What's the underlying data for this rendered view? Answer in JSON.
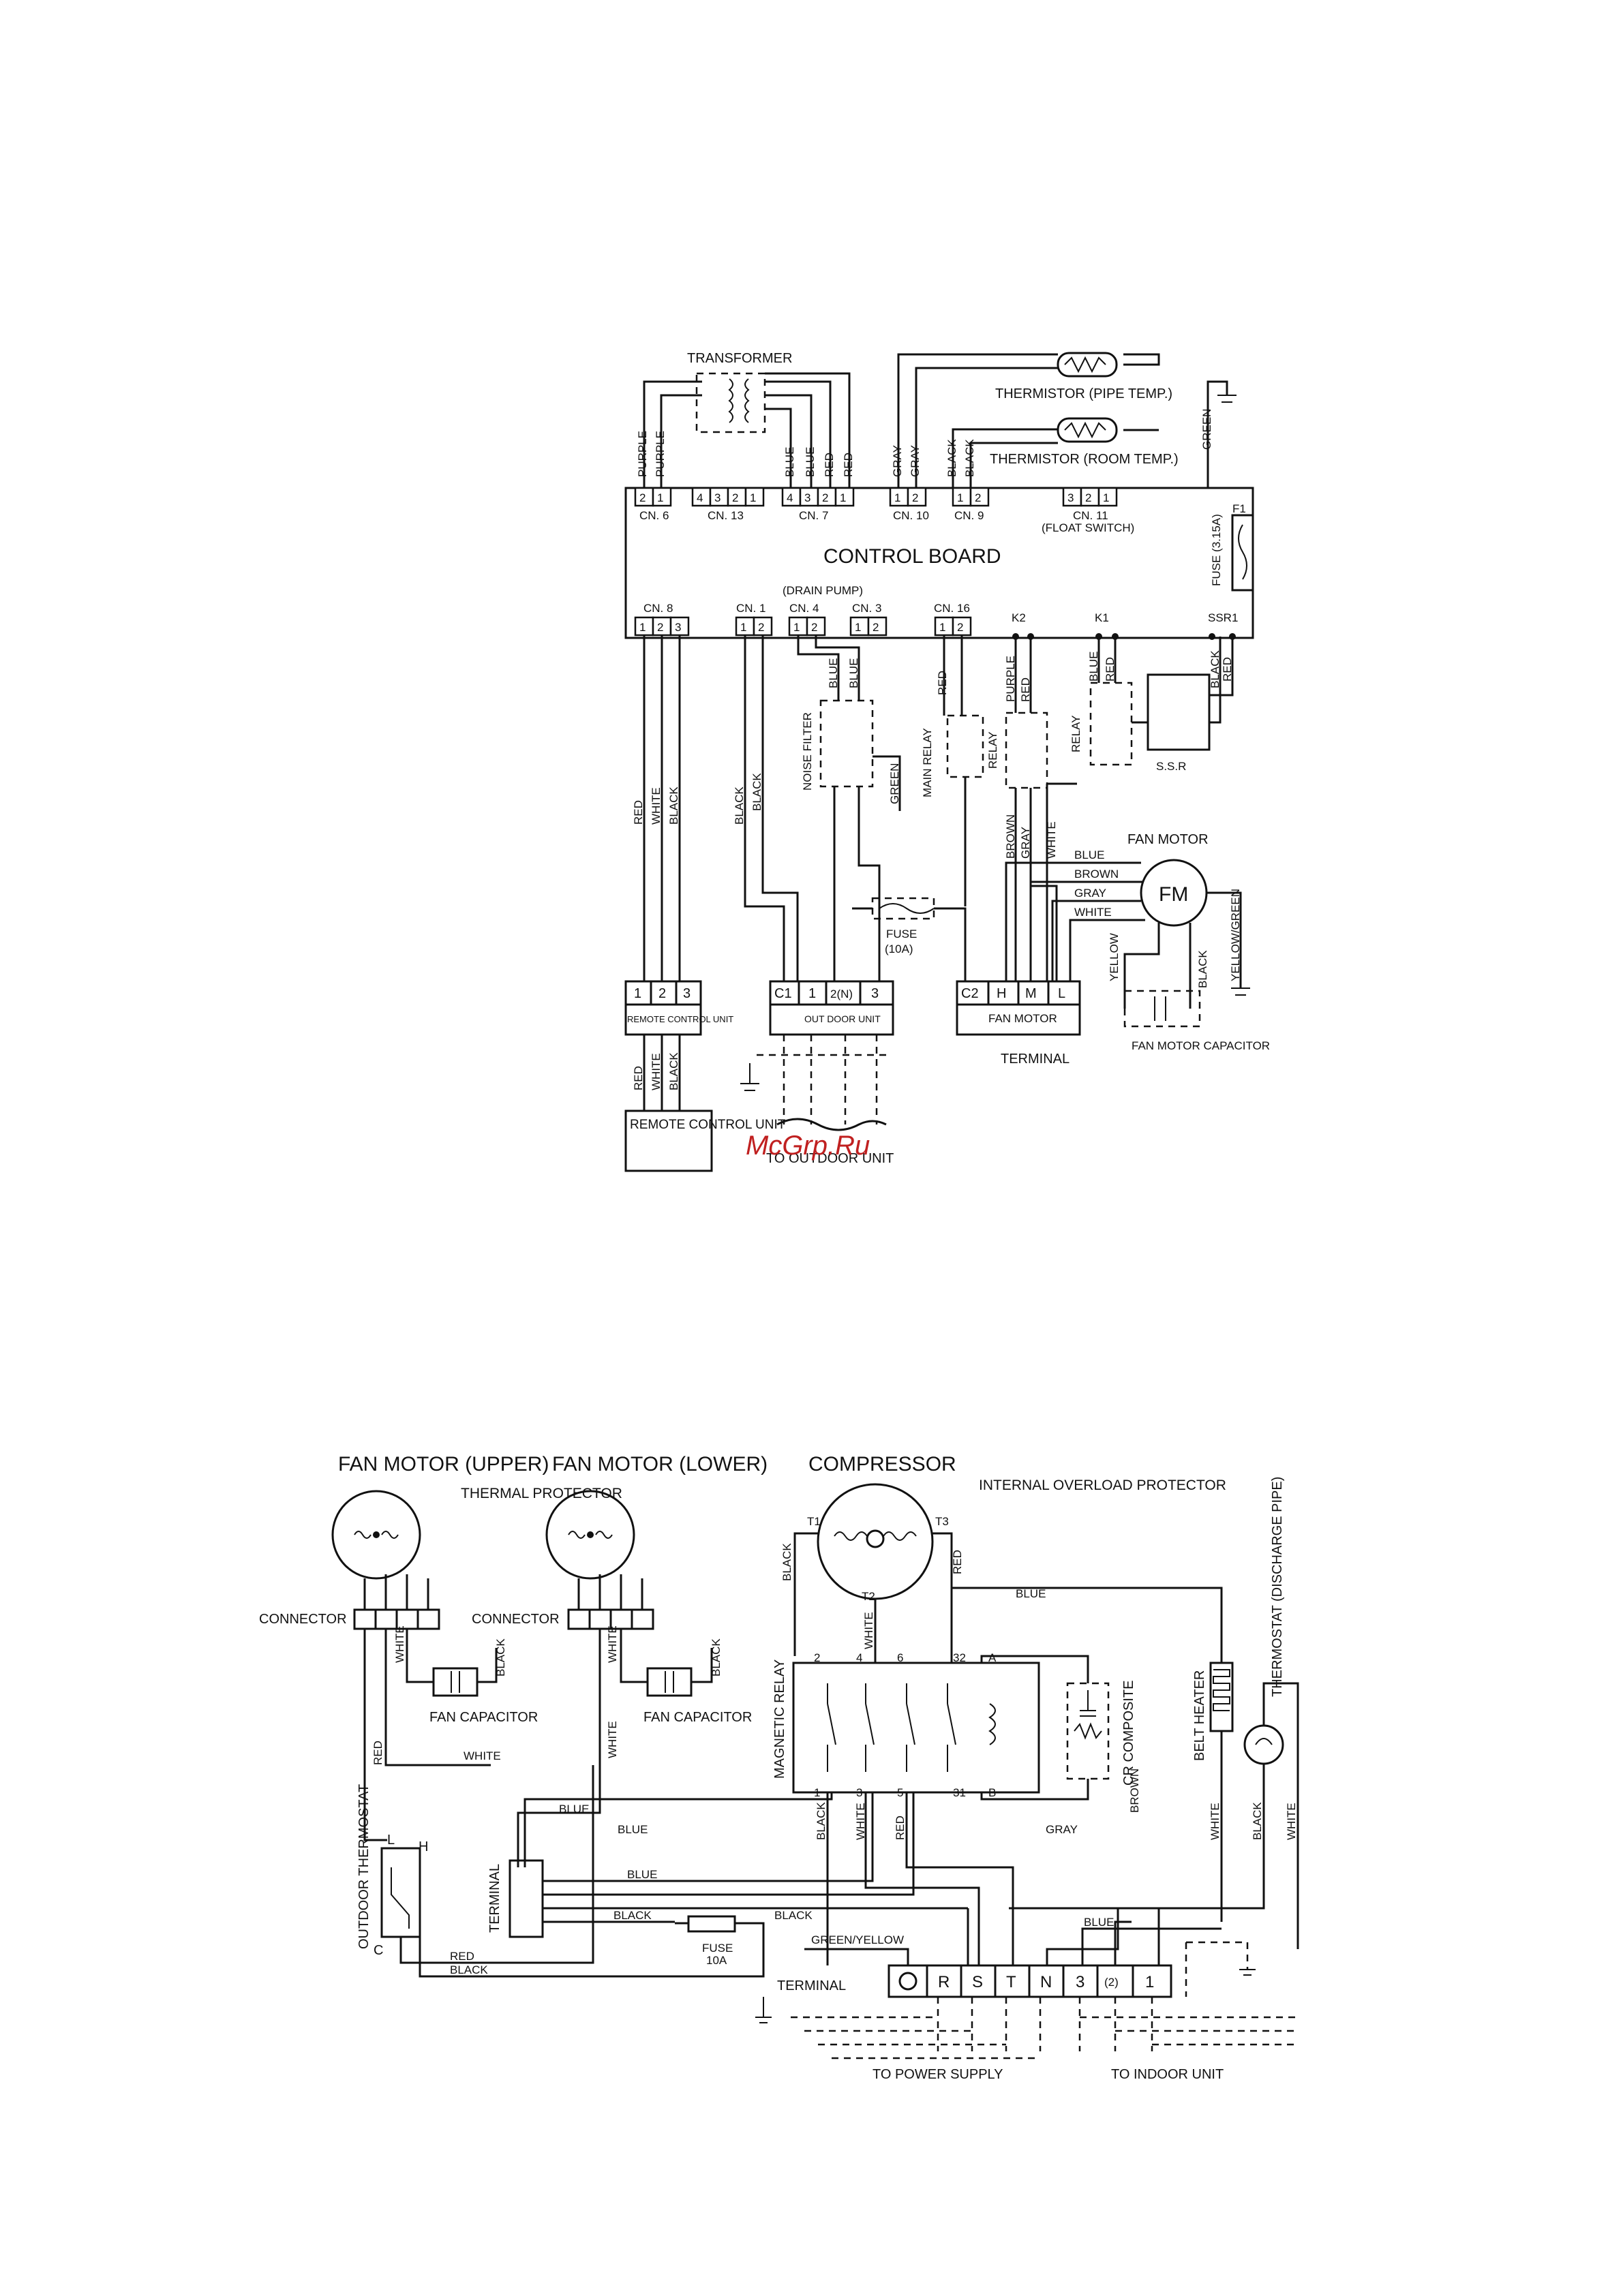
{
  "top_diagram": {
    "transformer": "TRANSFORMER",
    "thermistor_pipe": "THERMISTOR (PIPE TEMP.)",
    "thermistor_room": "THERMISTOR (ROOM TEMP.)",
    "control_board": "CONTROL BOARD",
    "drain_pump": "(DRAIN PUMP)",
    "float_switch": "(FLOAT SWITCH)",
    "fuse_f1": "FUSE (3.15A)",
    "f1": "F1",
    "connectors_top": [
      "CN. 6",
      "CN. 13",
      "CN. 7",
      "CN. 10",
      "CN. 9",
      "CN. 11"
    ],
    "connectors_bottom": [
      "CN. 8",
      "CN. 1",
      "CN. 4",
      "CN. 3",
      "CN. 16"
    ],
    "k2": "K2",
    "k1": "K1",
    "ssr1": "SSR1",
    "ssr": "S.S.R",
    "noise_filter": "NOISE FILTER",
    "main_relay": "MAIN RELAY",
    "relay": "RELAY",
    "fan_motor": "FAN MOTOR",
    "fm": "FM",
    "fuse_10a": "FUSE",
    "fuse_10a_rating": "(10A)",
    "remote_terminal_pins": [
      "1",
      "2",
      "3"
    ],
    "remote_control_unit_label": "REMOTE CONTROL UNIT",
    "outdoor_pins": [
      "C1",
      "1",
      "2(N)",
      "3"
    ],
    "outdoor_unit_label": "OUT DOOR UNIT",
    "fan_pins": [
      "C2",
      "H",
      "M",
      "L"
    ],
    "fan_motor_label": "FAN MOTOR",
    "terminal": "TERMINAL",
    "fan_motor_capacitor": "FAN MOTOR CAPACITOR",
    "remote_control_box": "REMOTE CONTROL UNIT",
    "to_outdoor_unit": "TO OUTDOOR UNIT",
    "fan_wires": [
      "BLUE",
      "BROWN",
      "GRAY",
      "WHITE"
    ],
    "wire_colors": [
      "PURPLE",
      "BLUE",
      "RED",
      "GRAY",
      "BLACK",
      "GREEN",
      "WHITE",
      "YELLOW",
      "YELLOW/GREEN",
      "BROWN"
    ]
  },
  "bottom_diagram": {
    "fan_motor_upper": "FAN MOTOR (UPPER)",
    "fan_motor_lower": "FAN MOTOR (LOWER)",
    "thermal_protector": "THERMAL PROTECTOR",
    "compressor": "COMPRESSOR",
    "internal_overload": "INTERNAL OVERLOAD PROTECTOR",
    "connector": "CONNECTOR",
    "fan_capacitor": "FAN CAPACITOR",
    "magnetic_relay": "MAGNETIC RELAY",
    "cr_composite": "CR COMPOSITE",
    "belt_heater": "BELT HEATER",
    "thermostat_discharge": "THERMOSTAT (DISCHARGE PIPE)",
    "outdoor_thermostat": "OUTDOOR THERMOSTAT",
    "terminal_left": "TERMINAL",
    "fuse": "FUSE",
    "fuse_rating": "10A",
    "terminal": "TERMINAL",
    "terminal_pins": [
      "R",
      "S",
      "T",
      "N",
      "3",
      "(2)",
      "1"
    ],
    "to_power_supply": "TO POWER SUPPLY",
    "to_indoor_unit": "TO INDOOR UNIT",
    "green_yellow": "GREEN/YELLOW",
    "compressor_terminals": [
      "T1",
      "T2",
      "T3"
    ],
    "relay_pins_top": [
      "2",
      "4",
      "6",
      "32",
      "A"
    ],
    "relay_pins_bottom": [
      "1",
      "3",
      "5",
      "31",
      "B"
    ],
    "thermostat_pins": [
      "L",
      "H",
      "C"
    ]
  },
  "watermark": "McGrp.Ru"
}
